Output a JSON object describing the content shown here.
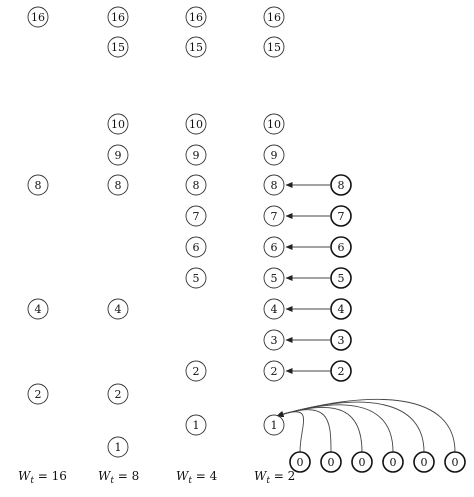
{
  "columns": [
    {
      "label": {
        "var": "W",
        "sub": "t",
        "eq": " = 16"
      },
      "nodes": [
        "16",
        "8",
        "4",
        "2"
      ]
    },
    {
      "label": {
        "var": "W",
        "sub": "t",
        "eq": " = 8"
      },
      "nodes": [
        "16",
        "15",
        "10",
        "9",
        "8",
        "4",
        "2",
        "1"
      ]
    },
    {
      "label": {
        "var": "W",
        "sub": "t",
        "eq": " = 4"
      },
      "nodes": [
        "16",
        "15",
        "10",
        "9",
        "8",
        "7",
        "6",
        "5",
        "2",
        "1"
      ]
    },
    {
      "label": {
        "var": "W",
        "sub": "t",
        "eq": " = 2"
      },
      "nodes": [
        "16",
        "15",
        "10",
        "9",
        "8",
        "7",
        "6",
        "5",
        "4",
        "3",
        "2",
        "1"
      ]
    }
  ],
  "source_column": {
    "nodes": [
      "8",
      "7",
      "6",
      "5",
      "4",
      "3",
      "2"
    ]
  },
  "zero_nodes": [
    "0",
    "0",
    "0",
    "0",
    "0",
    "0"
  ]
}
